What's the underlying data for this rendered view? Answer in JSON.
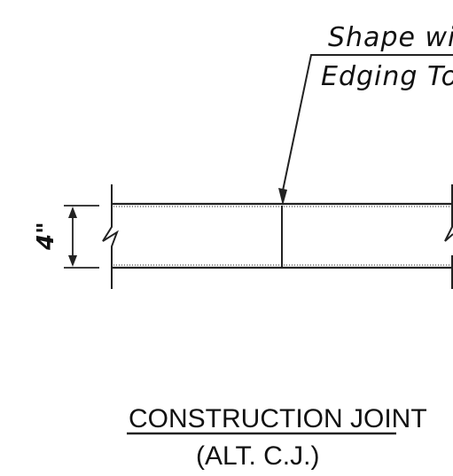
{
  "callout": {
    "line1": "Shape with",
    "line2": "Edging Too"
  },
  "dimension": {
    "label": "4\""
  },
  "title": {
    "main": "CONSTRUCTION JOINT",
    "sub": "(ALT. C.J.)"
  },
  "colors": {
    "ink": "#222222",
    "background": "#ffffff"
  }
}
